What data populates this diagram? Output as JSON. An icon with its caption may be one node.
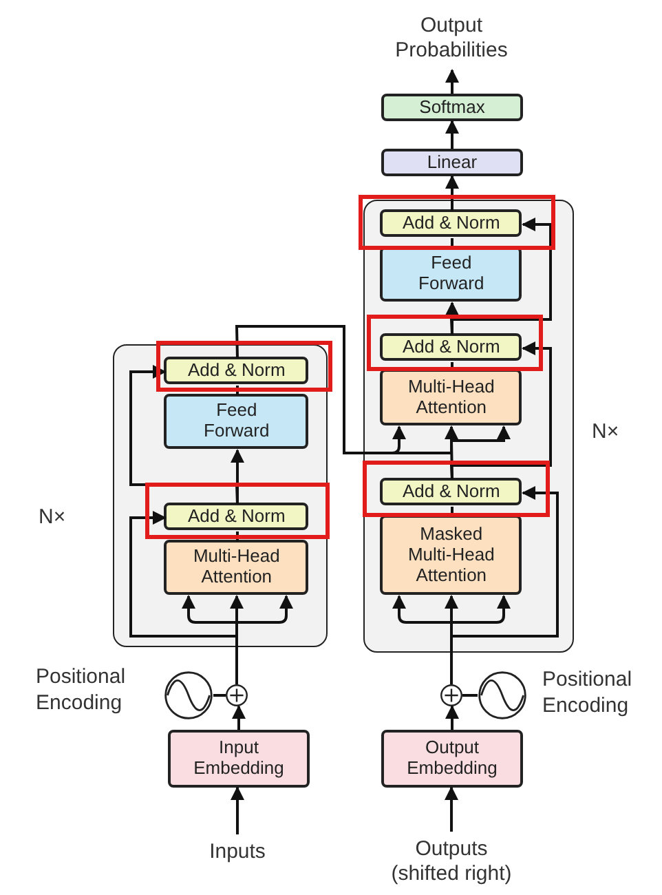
{
  "diagram": {
    "nodes": [
      {
        "text": [
          "Output Probabilities"
        ]
      },
      {
        "text": [
          "Softmax"
        ]
      },
      {
        "text": [
          "Linear"
        ]
      },
      {
        "text": [],
        "shape": "box"
      },
      {
        "text": [
          "Add & Norm"
        ],
        "in": 3
      },
      {
        "text": [
          "Feed Forward"
        ],
        "in": 3
      },
      {
        "text": [
          "Add & Norm"
        ],
        "in": 3
      },
      {
        "text": [
          "Multi-Head Attention"
        ],
        "in": 3
      },
      {
        "text": [],
        "shape": "box"
      },
      {
        "text": [
          "Add & Norm"
        ],
        "in": 8
      },
      {
        "text": [
          "Feed Forward"
        ],
        "in": 8
      },
      {
        "text": [
          "Add & Norm"
        ],
        "in": 8
      },
      {
        "text": [
          "Multi-Head Attention"
        ],
        "in": 8
      },
      {
        "text": [
          "Add & Norm"
        ],
        "in": 8
      },
      {
        "text": [
          "Masked Multi-Head Attention"
        ],
        "in": 8
      },
      {
        "text": [],
        "shape": "circle"
      },
      {
        "text": [],
        "shape": "circle",
        "beside": [
          "Positional Encoding"
        ]
      },
      {
        "text": [],
        "shape": "circle"
      },
      {
        "text": [],
        "shape": "circle",
        "beside": [
          "Positional Encoding"
        ]
      },
      {
        "text": [
          "Input Embedding"
        ]
      },
      {
        "text": [
          "Output Embedding"
        ]
      },
      {
        "text": [
          "Inputs"
        ]
      },
      {
        "text": [
          "Outputs (shifted right)"
        ]
      }
    ],
    "edges": [
      {
        "from": 21,
        "to": 19,
        "arrow": "to"
      },
      {
        "from": 19,
        "to": 15,
        "arrow": "to"
      },
      {
        "from": 16,
        "to": 15,
        "arrow": "none"
      },
      {
        "from": 15,
        "to": 7,
        "arrow": "to"
      },
      {
        "from": 15,
        "to": 6,
        "arrow": "to"
      },
      {
        "from": 7,
        "to": 6,
        "arrow": "none"
      },
      {
        "from": 6,
        "to": 5,
        "arrow": "to"
      },
      {
        "from": 6,
        "to": 4,
        "arrow": "to"
      },
      {
        "from": 5,
        "to": 4,
        "arrow": "none"
      },
      {
        "from": 4,
        "to": 12,
        "arrow": "to"
      },
      {
        "from": 22,
        "to": 20,
        "arrow": "to"
      },
      {
        "from": 20,
        "to": 17,
        "arrow": "to"
      },
      {
        "from": 18,
        "to": 17,
        "arrow": "none"
      },
      {
        "from": 17,
        "to": 14,
        "arrow": "to"
      },
      {
        "from": 17,
        "to": 13,
        "arrow": "to"
      },
      {
        "from": 14,
        "to": 13,
        "arrow": "none"
      },
      {
        "from": 13,
        "to": 12,
        "arrow": "to"
      },
      {
        "from": 13,
        "to": 11,
        "arrow": "to"
      },
      {
        "from": 12,
        "to": 11,
        "arrow": "none"
      },
      {
        "from": 11,
        "to": 10,
        "arrow": "to"
      },
      {
        "from": 11,
        "to": 9,
        "arrow": "to"
      },
      {
        "from": 10,
        "to": 9,
        "arrow": "none"
      },
      {
        "from": 9,
        "to": 2,
        "arrow": "to"
      },
      {
        "from": 2,
        "to": 1,
        "arrow": "to"
      },
      {
        "from": 1,
        "to": 0,
        "arrow": "to"
      }
    ],
    "labels": [
      "N×",
      "N×"
    ]
  }
}
